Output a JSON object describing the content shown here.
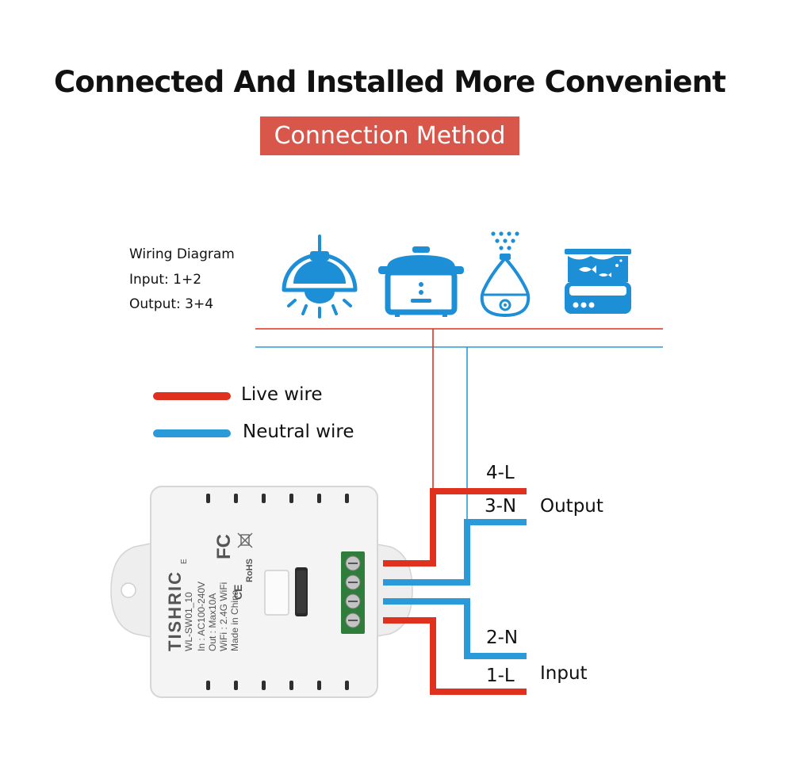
{
  "header": {
    "title": "Connected And Installed More Convenient",
    "badge": "Connection Method"
  },
  "wiring_info": {
    "line1": "Wiring Diagram",
    "line2": "Input: 1+2",
    "line3": "Output: 3+4"
  },
  "legend": {
    "live": "Live wire",
    "neutral": "Neutral wire"
  },
  "terminals": {
    "t4": "4-L",
    "t3": "3-N",
    "t2": "2-N",
    "t1": "1-L",
    "output": "Output",
    "input": "Input"
  },
  "device": {
    "brand": "TISHRIC",
    "model": "WL-SW01_10",
    "suffix": "E",
    "spec_in": "In : AC100-240V",
    "spec_out": "Out : Max10A",
    "spec_wifi": "WiFi : 2.4G WiFi",
    "made_in": "Made in China",
    "cert_fc": "FC",
    "cert_ce": "CE",
    "cert_rohs": "RoHS"
  },
  "colors": {
    "live": "#e0301e",
    "neutral": "#2b9ad8",
    "icon": "#1d8fd6",
    "badge": "#d9574a"
  },
  "icons": [
    "pendant-lamp-icon",
    "rice-cooker-icon",
    "humidifier-icon",
    "fish-tank-icon"
  ]
}
